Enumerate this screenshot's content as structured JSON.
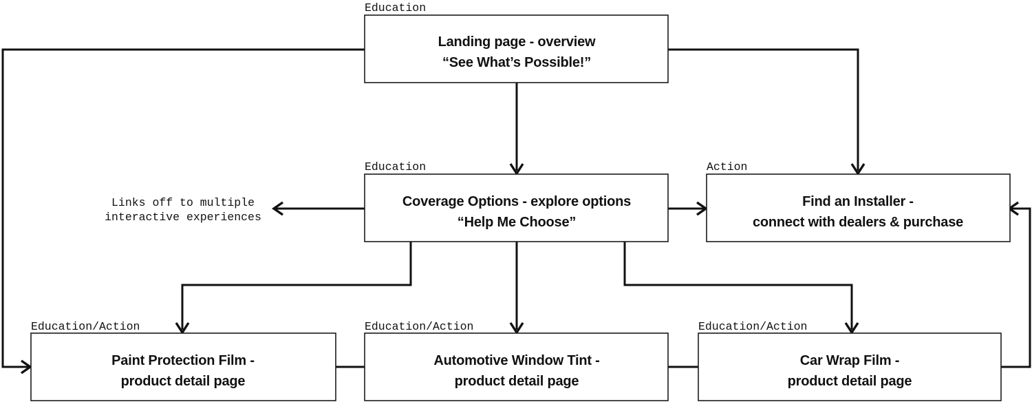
{
  "diagram": {
    "type": "flowchart",
    "background_color": "#ffffff",
    "stroke_color": "#111111",
    "text_color": "#111111",
    "nodes": [
      {
        "id": "landing",
        "tag": "Education",
        "line1": "Landing page - overview",
        "line2": "“See What’s Possible!”"
      },
      {
        "id": "coverage",
        "tag": "Education",
        "line1": "Coverage Options - explore options",
        "line2": "“Help Me Choose”"
      },
      {
        "id": "installer",
        "tag": "Action",
        "line1": "Find an Installer -",
        "line2": "connect with dealers & purchase"
      },
      {
        "id": "ppf",
        "tag": "Education/Action",
        "line1": "Paint Protection Film -",
        "line2": "product detail page"
      },
      {
        "id": "tint",
        "tag": "Education/Action",
        "line1": "Automotive Window Tint -",
        "line2": "product detail page"
      },
      {
        "id": "wrap",
        "tag": "Education/Action",
        "line1": "Car Wrap Film -",
        "line2": "product detail page"
      }
    ],
    "annotations": [
      {
        "id": "links-off",
        "line1": "Links off to multiple",
        "line2": "interactive experiences"
      }
    ]
  }
}
